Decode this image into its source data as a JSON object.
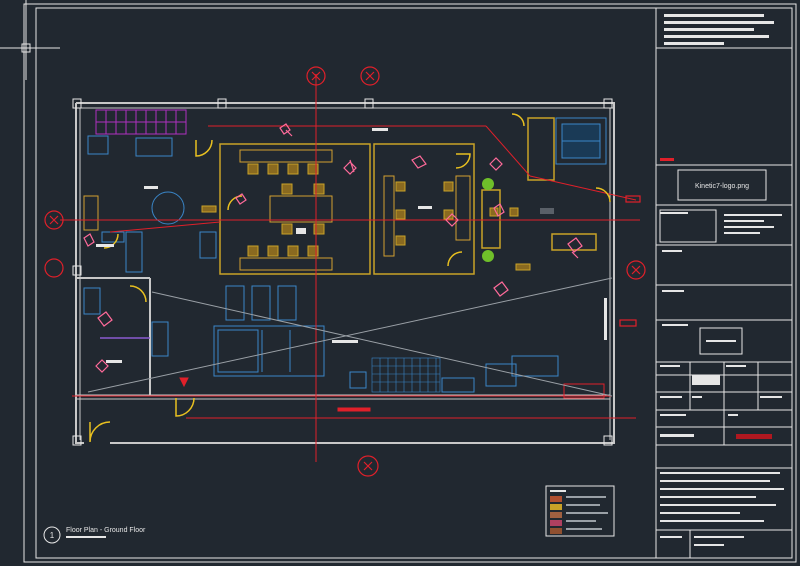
{
  "drawing": {
    "title_label": "Floor Plan - Ground Floor",
    "view_number": "1",
    "logo_placeholder": "Kinetic7-logo.png"
  },
  "colors": {
    "background": "#212830",
    "frame": "#e6e6e6",
    "walls": "#c8c8c8",
    "furniture_yellow": "#c9a227",
    "equipment_blue": "#3a86c8",
    "annotation_red": "#e0202a",
    "people_pink": "#ff6a9a",
    "stairs_magenta": "#b030c0",
    "plant_green": "#6fbf2a",
    "door_yellow": "#e8c020"
  },
  "icons": [
    "section-marker-icon",
    "gridline-bubble-icon",
    "north-marker-icon"
  ]
}
